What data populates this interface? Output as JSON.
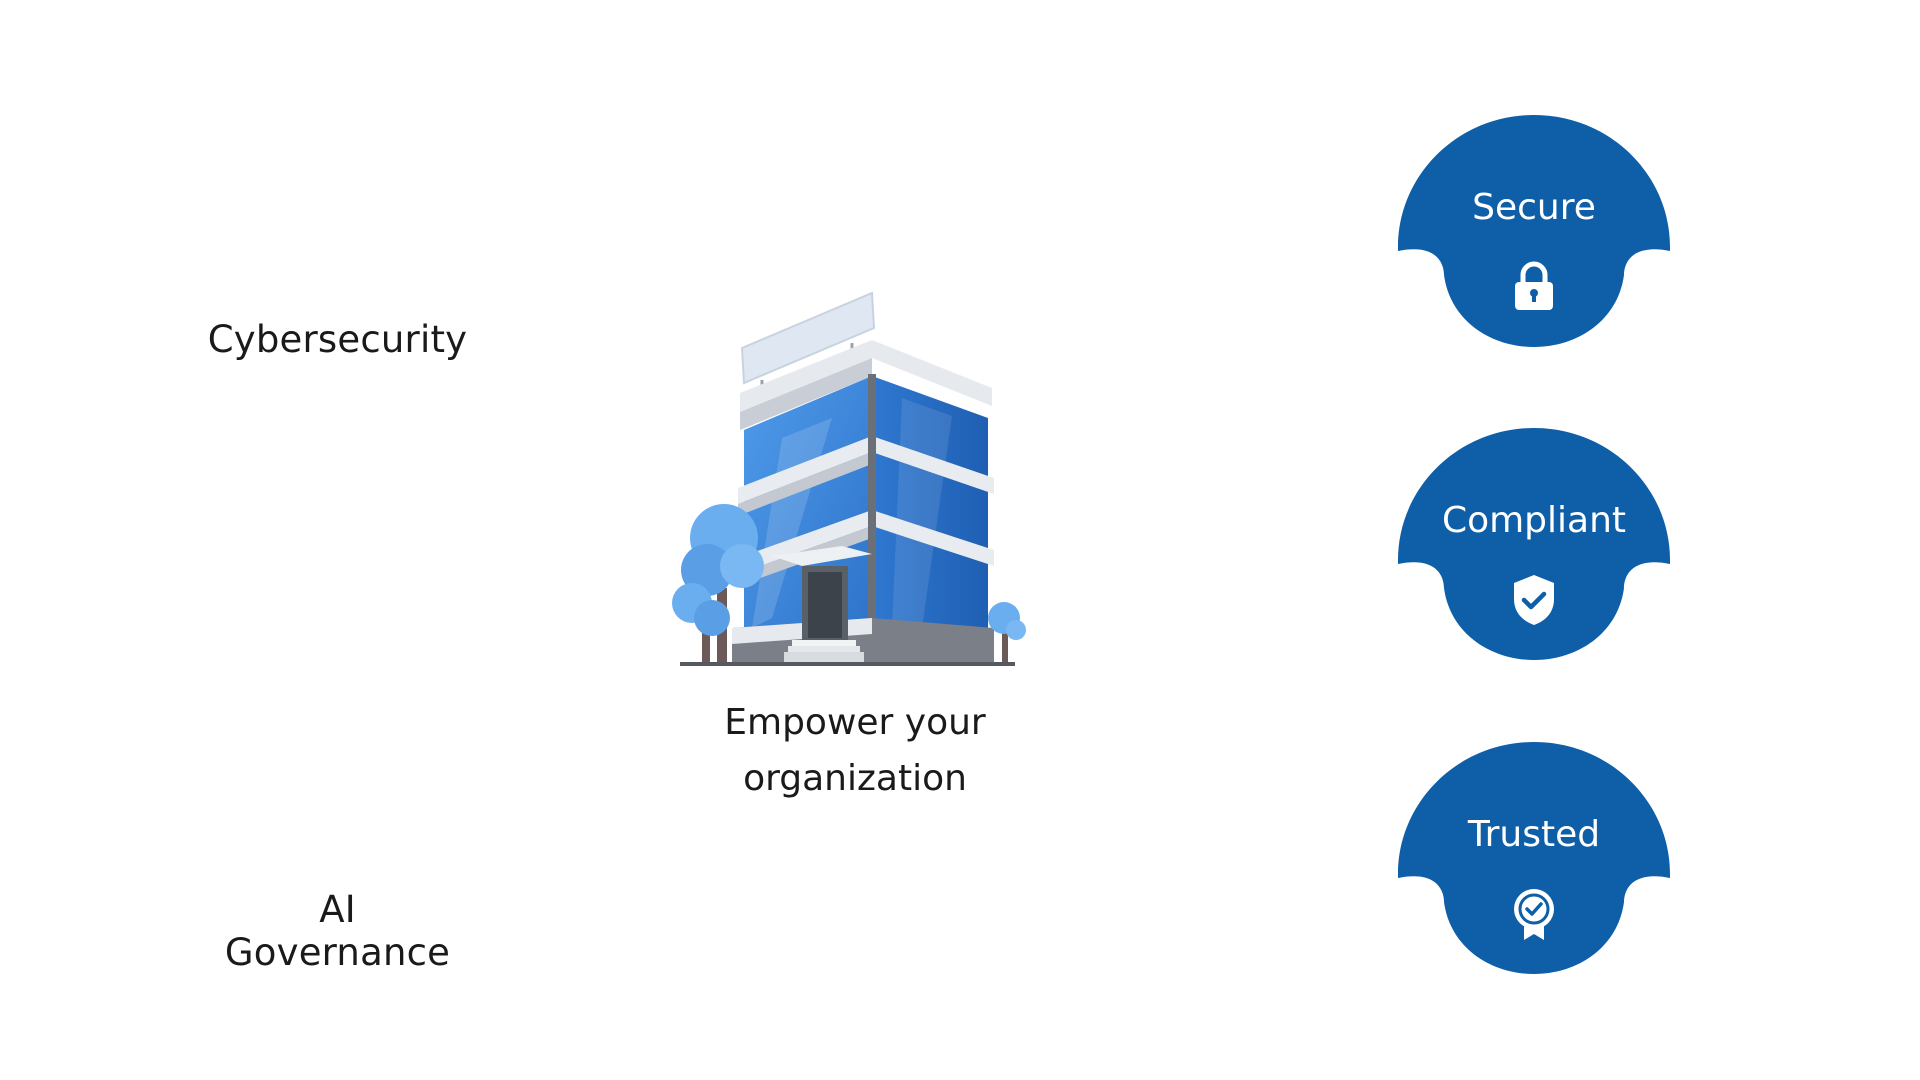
{
  "left_labels": {
    "cybersecurity": "Cybersecurity",
    "ai_governance": "AI Governance"
  },
  "center": {
    "caption_line1": "Empower your",
    "caption_line2": "organization"
  },
  "badges": [
    {
      "title": "Secure",
      "icon": "lock-icon"
    },
    {
      "title": "Compliant",
      "icon": "shield-check-icon"
    },
    {
      "title": "Trusted",
      "icon": "award-ribbon-icon"
    }
  ],
  "colors": {
    "badge_blue": "#0e5fa8",
    "badge_blue_dark": "#0a4f8f",
    "building_glass": "#3f8ee0",
    "tree_blue": "#6aaef0"
  }
}
